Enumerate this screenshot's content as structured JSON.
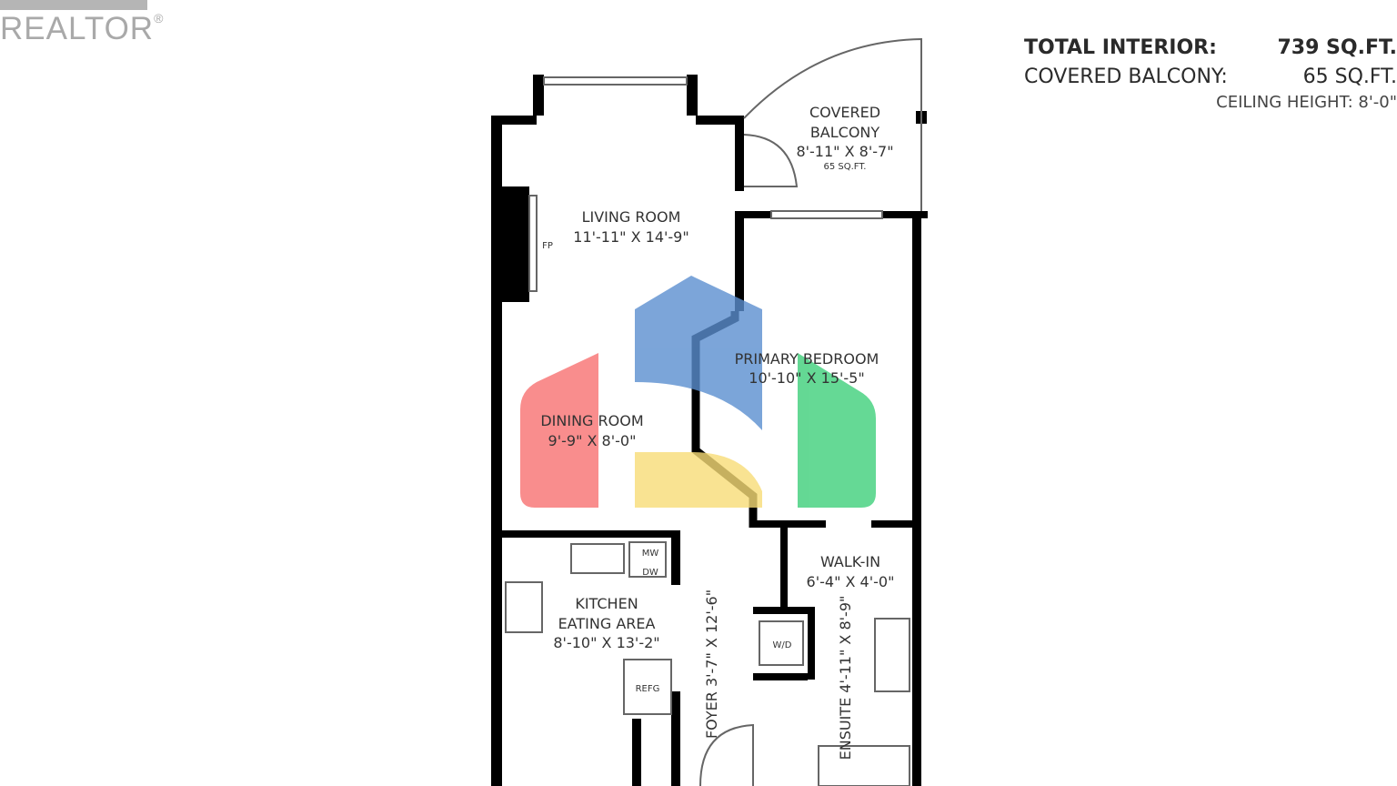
{
  "brand": {
    "logo_text": "REALTOR",
    "mark": "®"
  },
  "summary": {
    "total_interior_label": "TOTAL INTERIOR:",
    "total_interior_value": "739 SQ.FT.",
    "balcony_label": "COVERED BALCONY:",
    "balcony_value": "65 SQ.FT.",
    "ceiling": "CEILING HEIGHT: 8'-0\""
  },
  "rooms": {
    "balcony": {
      "name1": "COVERED",
      "name2": "BALCONY",
      "dims": "8'-11\" X 8'-7\"",
      "area": "65 SQ.FT."
    },
    "living": {
      "name": "LIVING ROOM",
      "dims": "11'-11\" X 14'-9\""
    },
    "fp": "FP",
    "bedroom": {
      "name": "PRIMARY BEDROOM",
      "dims": "10'-10\" X 15'-5\""
    },
    "dining": {
      "name": "DINING ROOM",
      "dims": "9'-9\" X 8'-0\""
    },
    "walkin": {
      "name": "WALK-IN",
      "dims": "6'-4\" X 4'-0\""
    },
    "kitchen": {
      "name1": "KITCHEN",
      "name2": "EATING AREA",
      "dims": "8'-10\" X 13'-2\""
    },
    "foyer": "FOYER 3'-7\" X 12'-6\"",
    "ensuite": "ENSUITE 4'-11\" X 8'-9\"",
    "mw": "MW",
    "dw": "DW",
    "wd": "W/D",
    "refg": "REFG"
  },
  "overlay_logo": {
    "colors": [
      "#f87171",
      "#5b8fd0",
      "#f8dd77",
      "#3ecf7a"
    ]
  }
}
